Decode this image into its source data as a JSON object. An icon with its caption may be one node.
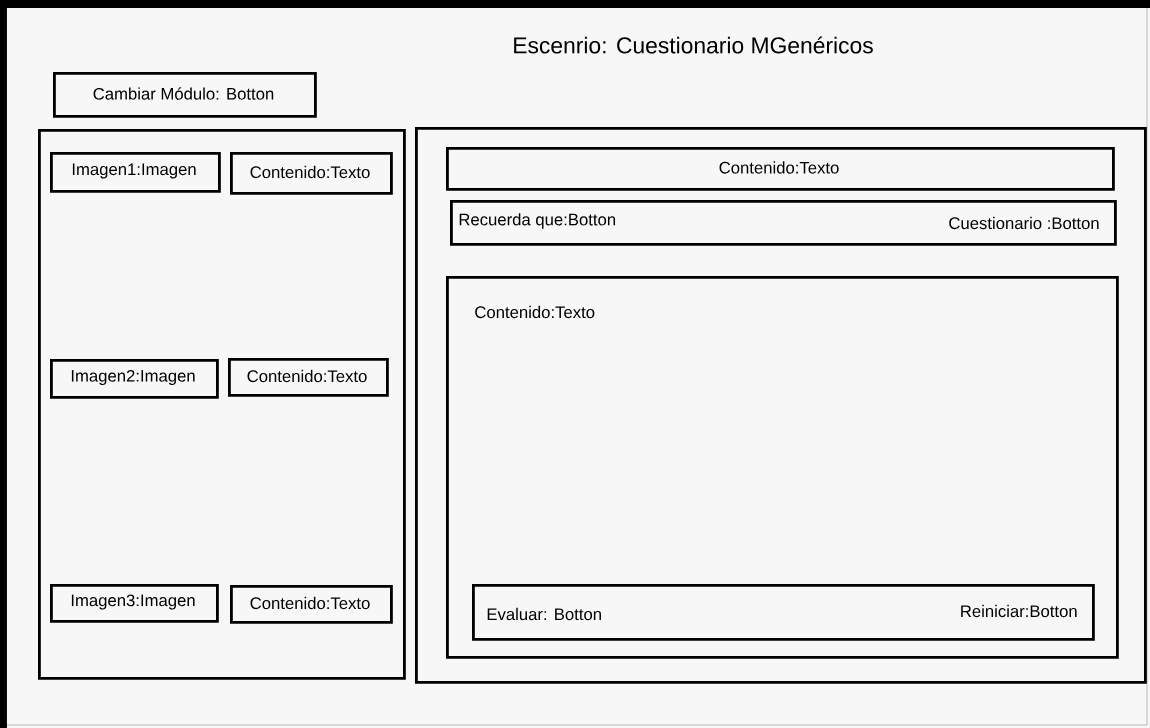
{
  "diagram": {
    "title": "Escenrio: Cuestionario MGenéricos",
    "nodes": [
      {
        "text": [
          "Cambiar Módulo: Botton"
        ]
      },
      {
        "text": [],
        "shape": "box"
      },
      {
        "text": [
          "Imagen1:Imagen"
        ],
        "in": 1
      },
      {
        "text": [
          "Contenido:Texto"
        ],
        "in": 1
      },
      {
        "text": [
          "Imagen2:Imagen"
        ],
        "in": 1
      },
      {
        "text": [
          "Contenido:Texto"
        ],
        "in": 1
      },
      {
        "text": [
          "Imagen3:Imagen"
        ],
        "in": 1
      },
      {
        "text": [
          "Contenido:Texto"
        ],
        "in": 1
      },
      {
        "text": [],
        "shape": "box"
      },
      {
        "text": [
          "Contenido:Texto"
        ],
        "in": 8
      },
      {
        "text": [
          "Recuerda que:Botton",
          "Cuestionario :Botton"
        ],
        "in": 8
      },
      {
        "text": [
          "Contenido:Texto"
        ],
        "in": 8
      },
      {
        "text": [
          "Evaluar: Botton",
          "Reiniciar:Botton"
        ],
        "in": 11
      }
    ],
    "edges": []
  }
}
